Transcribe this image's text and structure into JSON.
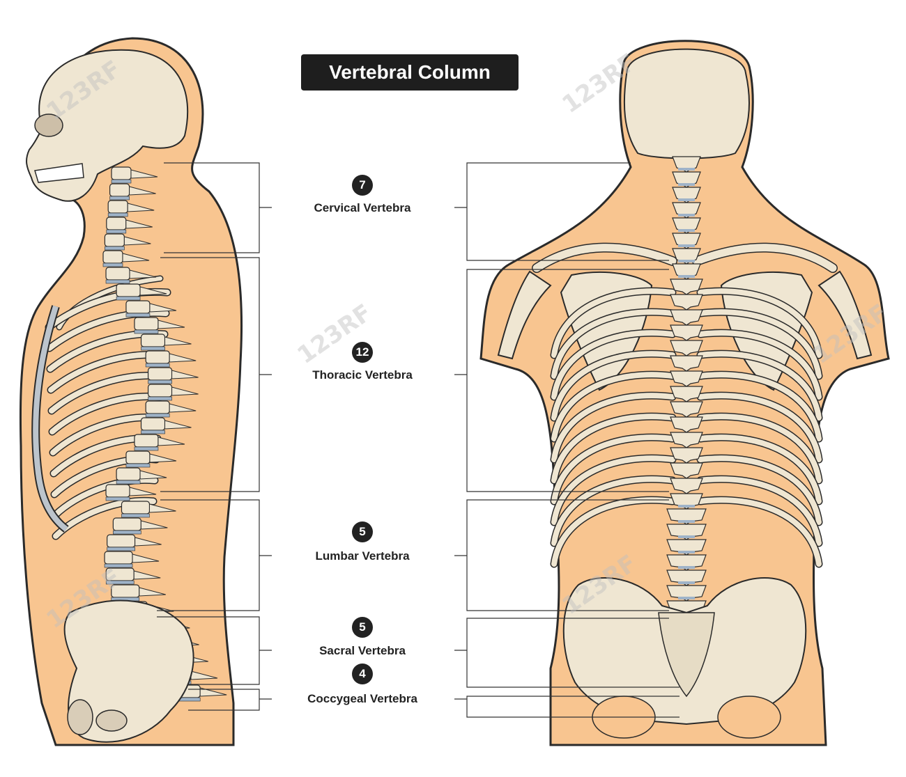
{
  "title": "Vertebral Column",
  "colors": {
    "skin": "#f8c590",
    "bone": "#efe6d2",
    "disc": "#9fb3c8",
    "outline": "#2a2a2a",
    "badge": "#222222"
  },
  "regions": [
    {
      "count": "7",
      "name": "Cervical Vertebra"
    },
    {
      "count": "12",
      "name": "Thoracic Vertebra"
    },
    {
      "count": "5",
      "name": "Lumbar Vertebra"
    },
    {
      "count": "5",
      "name": "Sacral Vertebra"
    },
    {
      "count": "4",
      "name": "Coccygeal Vertebra"
    }
  ],
  "watermark": "123RF"
}
